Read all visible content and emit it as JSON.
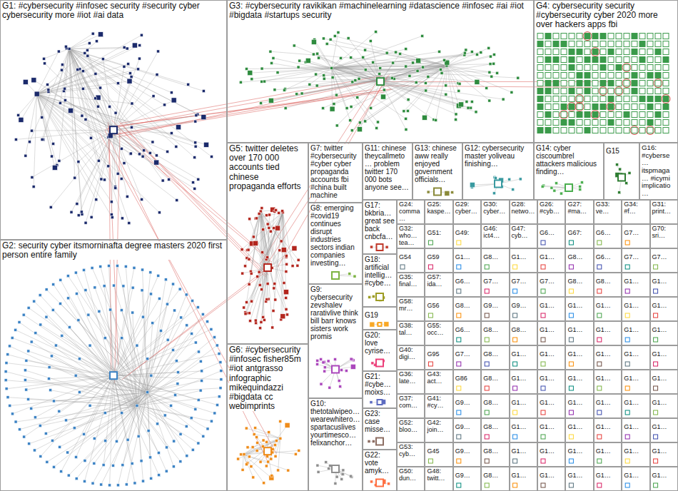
{
  "diagram": {
    "nodes": [
      {
        "text": [
          "G1: #cybersecurity #infosec security #security cyber cybersecurity more #iot #ai data"
        ]
      },
      {
        "text": [
          "G3: #cybersecurity ravikikan #machinelearning #datascience #infosec #ai #iot #bigdata #startups security"
        ]
      },
      {
        "text": [
          "G4: cybersecurity security #cybersecurity cyber 2020 more over hackers apps fbi"
        ]
      },
      {
        "text": [
          "G5: twitter deletes over 170 000 accounts tied chinese propaganda efforts"
        ]
      },
      {
        "text": [
          "G7: twitter #cybersecurity #cyber cyber propaganda accounts fbi #china built machine"
        ]
      },
      {
        "text": [
          "G11: chinese theycallmeto… problem twitter 170 000 bots anyone see…"
        ]
      },
      {
        "text": [
          "G13: chinese aww really enjoyed government officials…"
        ]
      },
      {
        "text": [
          "G12: cybersecurity master yoliveau finishing…"
        ]
      },
      {
        "text": [
          "G14: cyber ciscoumbrel attackers malicious finding…"
        ]
      },
      {
        "text": [
          "G15"
        ]
      },
      {
        "text": [
          "G16: #cyberse… itspmaga… #icymi implicatio…"
        ]
      },
      {
        "text": [
          "G17: bkbria… great see back cnbcfa…"
        ]
      },
      {
        "text": [
          "G8: emerging #covid19 continues disrupt industries sectors indian companies investing…"
        ]
      },
      {
        "text": [
          "G18: artificial intellig… #cybe…"
        ]
      },
      {
        "text": [
          "G19"
        ]
      },
      {
        "text": [
          "G9: cybersecurity zevshalev rarativlive think bill barr knows sisters work promis"
        ]
      },
      {
        "text": [
          "G20: love cyrise…"
        ]
      },
      {
        "text": [
          "G21: #cybe… moixs…"
        ]
      },
      {
        "text": [
          "G23: case misse…"
        ]
      },
      {
        "text": [
          "G6: #cybersecurity #infosec fisher85m #iot antgrasso infographic mikequindazzi #bigdata cc webimprints"
        ]
      },
      {
        "text": [
          "G10: thetotalwipeo… wearewhitero… spartacuslives yourtimesco… felixanchor…"
        ]
      },
      {
        "text": [
          "G22: vote amyk…"
        ]
      },
      {
        "text": [
          "G2: security cyber itsmorninafta degree masters 2020 first person entire family"
        ]
      },
      {
        "text": [
          "G24: comma…"
        ]
      },
      {
        "text": [
          "G25: kaspe…"
        ]
      },
      {
        "text": [
          "G29: cyber…"
        ]
      },
      {
        "text": [
          "G30: cyber…"
        ]
      },
      {
        "text": [
          "G28: netwo…"
        ]
      },
      {
        "text": [
          "G26: #cyb…"
        ]
      },
      {
        "text": [
          "G27: #ma…"
        ]
      },
      {
        "text": [
          "G33: ve…"
        ]
      },
      {
        "text": [
          "G34: #f…"
        ]
      },
      {
        "text": [
          "G31: print…"
        ]
      },
      {
        "text": [
          "G32: who… tea…"
        ]
      },
      {
        "text": [
          "G51:"
        ]
      },
      {
        "text": [
          "G49:"
        ]
      },
      {
        "text": [
          "G46: ict4…"
        ]
      },
      {
        "text": [
          "G47: cyb…"
        ]
      },
      {
        "text": [
          "G6…"
        ]
      },
      {
        "text": [
          "G67:"
        ]
      },
      {
        "text": [
          "G6…"
        ]
      },
      {
        "text": [
          "G7…"
        ]
      },
      {
        "text": [
          "G70: sri…"
        ]
      },
      {
        "text": [
          "G54"
        ]
      },
      {
        "text": [
          "G59"
        ]
      },
      {
        "text": [
          "G1…"
        ]
      },
      {
        "text": [
          "G8…"
        ]
      },
      {
        "text": [
          "G1…"
        ]
      },
      {
        "text": [
          "G1…"
        ]
      },
      {
        "text": [
          "G8…"
        ]
      },
      {
        "text": [
          "G6…"
        ]
      },
      {
        "text": [
          "G7…"
        ]
      },
      {
        "text": [
          "G7…"
        ]
      },
      {
        "text": [
          "G35: final…"
        ]
      },
      {
        "text": [
          "G57: ida…"
        ]
      },
      {
        "text": [
          "G6…"
        ]
      },
      {
        "text": [
          "G7…"
        ]
      },
      {
        "text": [
          "G7…"
        ]
      },
      {
        "text": [
          "G7…"
        ]
      },
      {
        "text": [
          "G8…"
        ]
      },
      {
        "text": [
          "G8…"
        ]
      },
      {
        "text": [
          "G1…"
        ]
      },
      {
        "text": [
          "G1…"
        ]
      },
      {
        "text": [
          "G58: mr…"
        ]
      },
      {
        "text": [
          "G56"
        ]
      },
      {
        "text": [
          "G8…"
        ]
      },
      {
        "text": [
          "G9…"
        ]
      },
      {
        "text": [
          "G9…"
        ]
      },
      {
        "text": [
          "G1…"
        ]
      },
      {
        "text": [
          "G1…"
        ]
      },
      {
        "text": [
          "G1…"
        ]
      },
      {
        "text": [
          "G1…"
        ]
      },
      {
        "text": [
          "G1…"
        ]
      },
      {
        "text": [
          "G38: tal…"
        ]
      },
      {
        "text": [
          "G55: occ…"
        ]
      },
      {
        "text": [
          "G6…"
        ]
      },
      {
        "text": [
          "G8…"
        ]
      },
      {
        "text": [
          "G8…"
        ]
      },
      {
        "text": [
          "G1…"
        ]
      },
      {
        "text": [
          "G1…"
        ]
      },
      {
        "text": [
          "G1…"
        ]
      },
      {
        "text": [
          "G1…"
        ]
      },
      {
        "text": [
          "G1…"
        ]
      },
      {
        "text": [
          "G40: digi…"
        ]
      },
      {
        "text": [
          "G95"
        ]
      },
      {
        "text": [
          "G7…"
        ]
      },
      {
        "text": [
          "G8…"
        ]
      },
      {
        "text": [
          "G1…"
        ]
      },
      {
        "text": [
          "G1…"
        ]
      },
      {
        "text": [
          "G1…"
        ]
      },
      {
        "text": [
          "G1…"
        ]
      },
      {
        "text": [
          "G1…"
        ]
      },
      {
        "text": [
          "G1…"
        ]
      },
      {
        "text": [
          "G36: late…"
        ]
      },
      {
        "text": [
          "G43: act…"
        ]
      },
      {
        "text": [
          "G86"
        ]
      },
      {
        "text": [
          "G8…"
        ]
      },
      {
        "text": [
          "G1…"
        ]
      },
      {
        "text": [
          "G1…"
        ]
      },
      {
        "text": [
          "G1…"
        ]
      },
      {
        "text": [
          "G1…"
        ]
      },
      {
        "text": [
          "G1…"
        ]
      },
      {
        "text": [
          "G1…"
        ]
      },
      {
        "text": [
          "G37: com…"
        ]
      },
      {
        "text": [
          "G41: #cy…"
        ]
      },
      {
        "text": [
          "G9…"
        ]
      },
      {
        "text": [
          "G8…"
        ]
      },
      {
        "text": [
          "G1…"
        ]
      },
      {
        "text": [
          "G1…"
        ]
      },
      {
        "text": [
          "G1…"
        ]
      },
      {
        "text": [
          "G1…"
        ]
      },
      {
        "text": [
          "G1…"
        ]
      },
      {
        "text": [
          "G1…"
        ]
      },
      {
        "text": [
          "G52: bloo…"
        ]
      },
      {
        "text": [
          "G42: join…"
        ]
      },
      {
        "text": [
          "G9…"
        ]
      },
      {
        "text": [
          "G8…"
        ]
      },
      {
        "text": [
          "G1…"
        ]
      },
      {
        "text": [
          "G1…"
        ]
      },
      {
        "text": [
          "G1…"
        ]
      },
      {
        "text": [
          "G1…"
        ]
      },
      {
        "text": [
          "G1…"
        ]
      },
      {
        "text": [
          "G1…"
        ]
      },
      {
        "text": [
          "G53: cyb…"
        ]
      },
      {
        "text": [
          "G45"
        ]
      },
      {
        "text": [
          "G9…"
        ]
      },
      {
        "text": [
          "G8…"
        ]
      },
      {
        "text": [
          "G1…"
        ]
      },
      {
        "text": [
          "G1…"
        ]
      },
      {
        "text": [
          "G1…"
        ]
      },
      {
        "text": [
          "G1…"
        ]
      },
      {
        "text": [
          "G1…"
        ]
      },
      {
        "text": [
          "G1…"
        ]
      },
      {
        "text": [
          "G50: dun…"
        ]
      },
      {
        "text": [
          "G48: twitt…"
        ]
      },
      {
        "text": [
          "G9…"
        ]
      },
      {
        "text": [
          "G8…"
        ]
      },
      {
        "text": [
          "G1…"
        ]
      },
      {
        "text": [
          "G1…"
        ]
      },
      {
        "text": [
          "G1…"
        ]
      },
      {
        "text": [
          "G1…"
        ]
      },
      {
        "text": [
          "G1…"
        ]
      },
      {
        "text": [
          "G1…"
        ]
      }
    ]
  }
}
